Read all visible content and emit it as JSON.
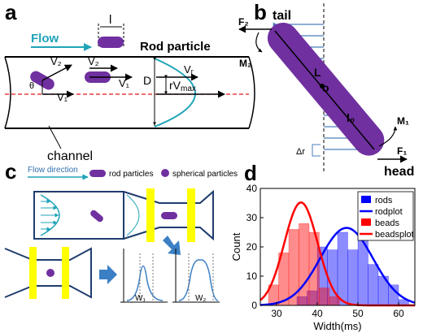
{
  "panels": {
    "a": {
      "label": "a",
      "flow_label": "Flow",
      "length_label": "l",
      "rod_particle_label": "Rod  particle",
      "channel_label": "channel",
      "v2_label": "V₂",
      "v2b_label": "V₂",
      "v1_label": "V₁",
      "v1b_label": "V₁",
      "vr_label": "Vᵣ",
      "rvmax_label": "rV",
      "rvmax_sub": "max",
      "d_label": "D",
      "theta_label": "θ"
    },
    "b": {
      "label": "b",
      "tail_label": "tail",
      "head_label": "head",
      "f2_label": "F₂",
      "m2_label": "M₂",
      "m1_label": "M₁",
      "f1_label": "F₁",
      "l_label": "L",
      "o_label": "o",
      "l0_label": "l₀",
      "dr_label": "Δr"
    },
    "c": {
      "label": "c",
      "flow_direction_label": "Flow direction",
      "rod_legend_label": "rod particles",
      "sphere_legend_label": "spherical particles",
      "w1_label": "W₁",
      "w2_label": "W₂"
    },
    "d": {
      "label": "d"
    }
  },
  "colors": {
    "rod": "#7030a0",
    "flow_arrow": "#1fa3b8",
    "blue_arrow": "#4a7ebb",
    "yellow": "#ffff00",
    "axis_red": "#e8151b"
  },
  "chart_data": {
    "type": "bar",
    "xlabel": "Width(ms)",
    "ylabel": "Count",
    "xlim": [
      26,
      64
    ],
    "ylim": [
      0,
      40
    ],
    "xticks": [
      30,
      40,
      50,
      60
    ],
    "yticks": [
      0,
      10,
      20,
      30,
      40
    ],
    "legend_position": "top-right",
    "legend": [
      "rods",
      "rodplot",
      "beads",
      "beadsplot"
    ],
    "bin_width": 2.5,
    "series": [
      {
        "name": "rods",
        "kind": "histogram",
        "color": "#0000ff",
        "bins": [
          {
            "x0": 35.0,
            "count": 3
          },
          {
            "x0": 37.5,
            "count": 5
          },
          {
            "x0": 40.0,
            "count": 20
          },
          {
            "x0": 42.5,
            "count": 19
          },
          {
            "x0": 45.0,
            "count": 25
          },
          {
            "x0": 47.5,
            "count": 19
          },
          {
            "x0": 50.0,
            "count": 25
          },
          {
            "x0": 52.5,
            "count": 14
          },
          {
            "x0": 55.0,
            "count": 10
          },
          {
            "x0": 57.5,
            "count": 7
          },
          {
            "x0": 60.0,
            "count": 2
          }
        ]
      },
      {
        "name": "rodplot",
        "kind": "gaussian",
        "color": "#0000ff",
        "peak": 26.5,
        "mean": 47.2,
        "sd": 6.5
      },
      {
        "name": "beads",
        "kind": "histogram",
        "color": "#ff0000",
        "bins": [
          {
            "x0": 28.0,
            "count": 7
          },
          {
            "x0": 30.5,
            "count": 18
          },
          {
            "x0": 33.0,
            "count": 26
          },
          {
            "x0": 35.5,
            "count": 28
          },
          {
            "x0": 38.0,
            "count": 25
          },
          {
            "x0": 40.5,
            "count": 6
          },
          {
            "x0": 43.0,
            "count": 3
          }
        ]
      },
      {
        "name": "beadsplot",
        "kind": "gaussian",
        "color": "#ff0000",
        "peak": 35.2,
        "mean": 36.0,
        "sd": 4.1
      }
    ]
  }
}
